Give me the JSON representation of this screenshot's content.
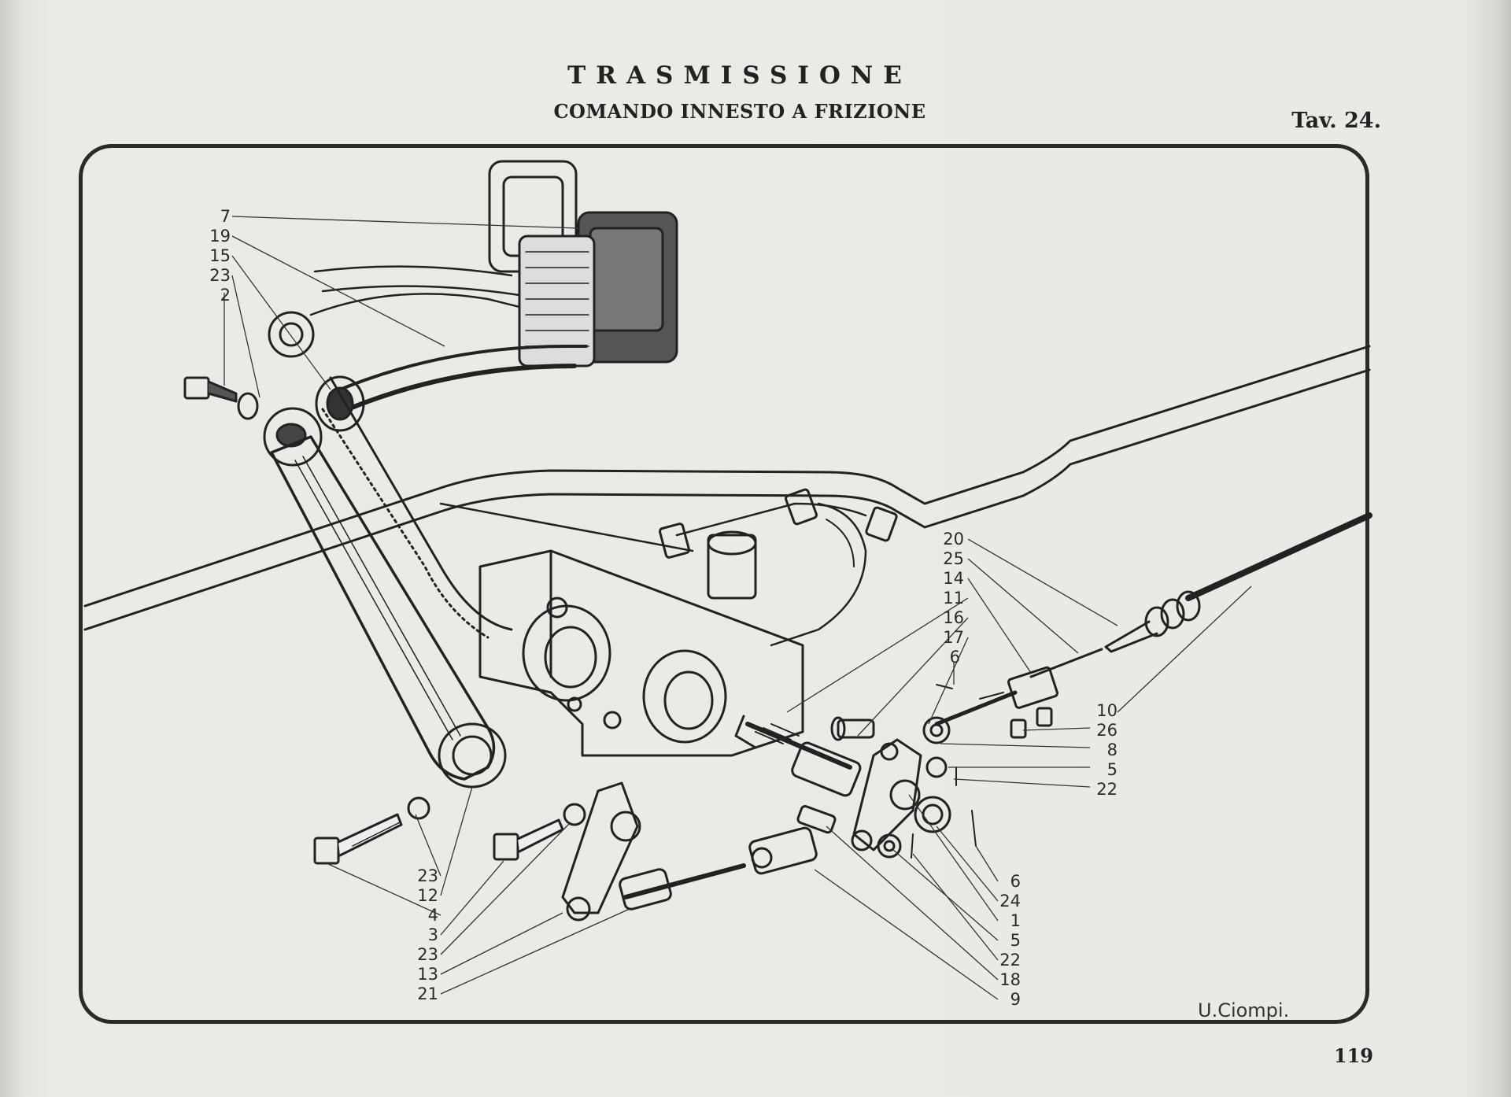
{
  "header": {
    "title": "TRASMISSIONE",
    "subtitle": "COMANDO INNESTO A FRIZIONE",
    "plate_ref": "Tav. 24."
  },
  "page_number": "119",
  "signature": "U.Ciompi.",
  "callouts": {
    "left_top": [
      "7",
      "19",
      "15",
      "23",
      "2"
    ],
    "right_mid": [
      "20",
      "25",
      "14",
      "11",
      "16",
      "17",
      "6"
    ],
    "right_side": [
      "10",
      "26",
      "8",
      "5",
      "22"
    ],
    "bottom_left": [
      "23",
      "12",
      "4",
      "3",
      "23",
      "13",
      "21"
    ],
    "bottom_right": [
      "6",
      "24",
      "1",
      "5",
      "22",
      "18",
      "9"
    ]
  }
}
